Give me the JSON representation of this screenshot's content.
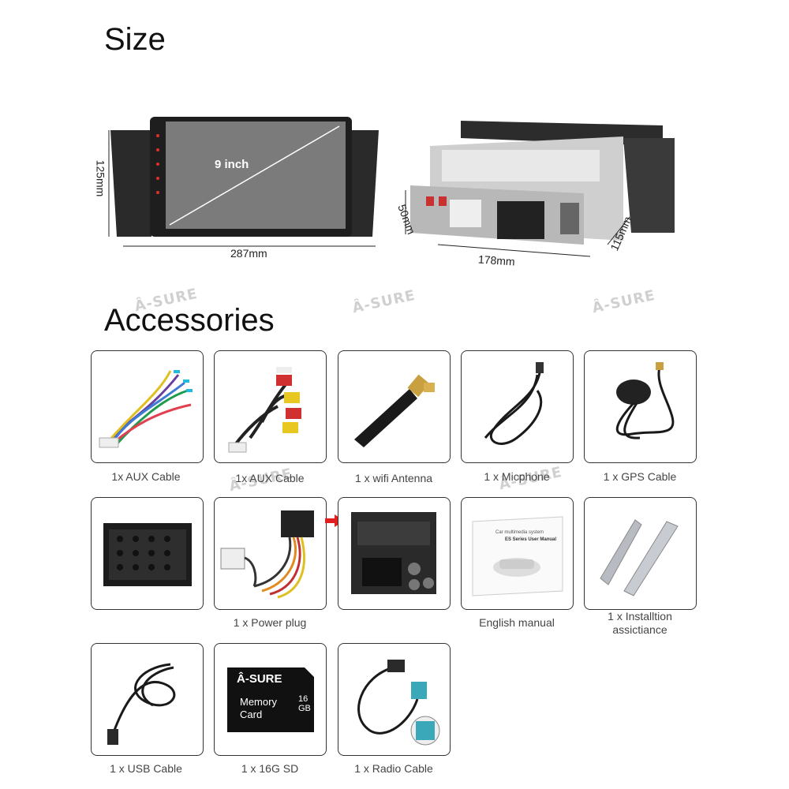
{
  "size_section": {
    "title": "Size",
    "screen_label": "9 inch",
    "height_front": "125mm",
    "width_front": "287mm",
    "depth_side": "50mm",
    "width_side": "178mm",
    "height_side": "115mm"
  },
  "accessories_section": {
    "title": "Accessories",
    "items": [
      {
        "caption": "1x AUX Cable",
        "icon": "aux-harness-icon"
      },
      {
        "caption": "1x AUX Cable",
        "icon": "rca-cable-icon"
      },
      {
        "caption": "1 x wifi Antenna",
        "icon": "wifi-antenna-icon"
      },
      {
        "caption": "1 x Micphone",
        "icon": "microphone-icon"
      },
      {
        "caption": "1 x GPS Cable",
        "icon": "gps-antenna-icon"
      },
      {
        "caption": "",
        "icon": "connector-block-icon"
      },
      {
        "caption": "1 x Power plug",
        "icon": "power-harness-icon"
      },
      {
        "caption": "",
        "icon": "connector-adapter-icon"
      },
      {
        "caption": "English manual",
        "icon": "manual-icon"
      },
      {
        "caption": "1 x Installtion assictiance",
        "icon": "bracket-icon"
      },
      {
        "caption": "1 x USB Cable",
        "icon": "usb-cable-icon"
      },
      {
        "caption": "1 x 16G  SD",
        "icon": "sd-card-icon"
      },
      {
        "caption": "1 x Radio Cable",
        "icon": "radio-cable-icon"
      }
    ]
  },
  "manual": {
    "line1": "Car multimedia system",
    "line2": "ES Series User Manual"
  },
  "sd_card": {
    "brand": "Â-SURE",
    "line1": "Memory",
    "line2": "Card",
    "capacity": "16",
    "unit": "GB"
  },
  "watermark_text": "Â-SURE"
}
